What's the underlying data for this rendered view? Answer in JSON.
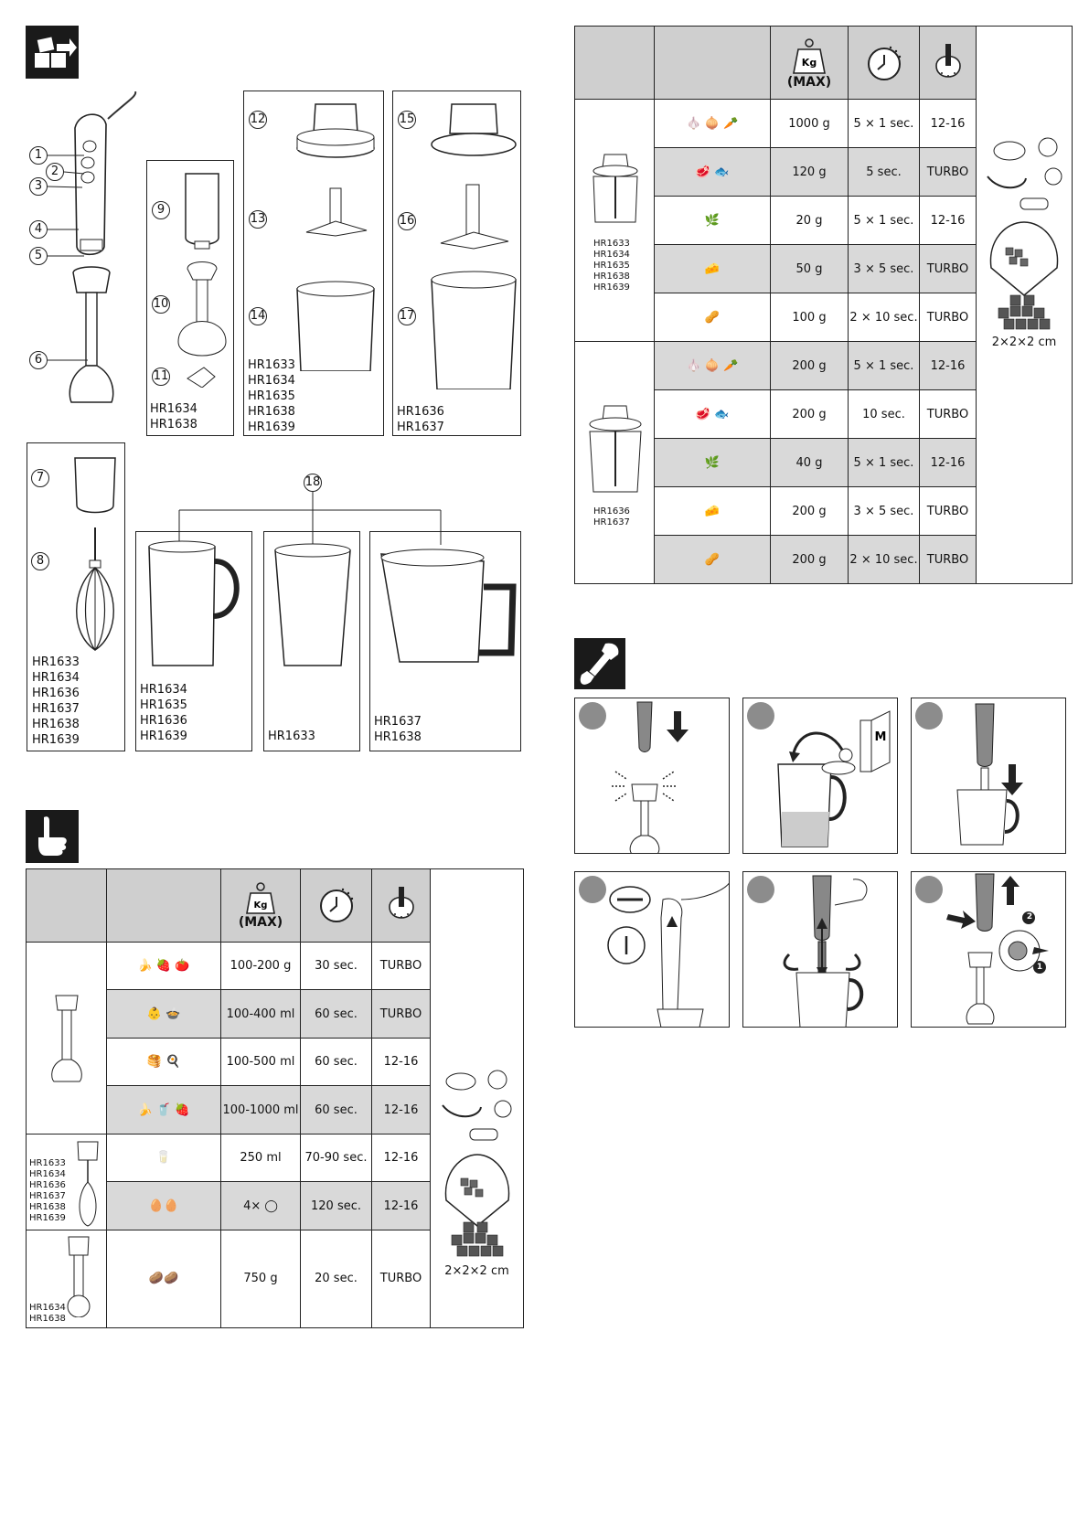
{
  "parts": {
    "models_9_11": "HR1634\nHR1638",
    "models_12_14": "HR1633\nHR1634\nHR1635\nHR1638\nHR1639",
    "models_15_17": "HR1636\nHR1637",
    "models_7_8": "HR1633\nHR1634\nHR1636\nHR1637\nHR1638\nHR1639",
    "models_jar_a": "HR1634\nHR1635\nHR1636\nHR1639",
    "models_jar_b": "HR1633",
    "models_jar_c": "HR1637\nHR1638",
    "callouts": [
      "1",
      "2",
      "3",
      "4",
      "5",
      "6",
      "7",
      "8",
      "9",
      "10",
      "11",
      "12",
      "13",
      "14",
      "15",
      "16",
      "17",
      "18"
    ]
  },
  "table_left": {
    "max_label": "(MAX)",
    "kg_label": "Kg",
    "cube_label": "2×2×2 cm",
    "group_a": [
      {
        "qty": "100-200 g",
        "time": "30 sec.",
        "speed": "TURBO"
      },
      {
        "qty": "100-400 ml",
        "time": "60 sec.",
        "speed": "TURBO"
      },
      {
        "qty": "100-500 ml",
        "time": "60 sec.",
        "speed": "12-16"
      },
      {
        "qty": "100-1000 ml",
        "time": "60 sec.",
        "speed": "12-16"
      }
    ],
    "group_b_models": "HR1633\nHR1634\nHR1636\nHR1637\nHR1638\nHR1639",
    "group_b": [
      {
        "qty": "250 ml",
        "time": "70-90 sec.",
        "speed": "12-16"
      },
      {
        "qty": "4×",
        "time": "120 sec.",
        "speed": "12-16"
      }
    ],
    "group_c_models": "HR1634\nHR1638",
    "group_c": [
      {
        "qty": "750 g",
        "time": "20 sec.",
        "speed": "TURBO"
      }
    ]
  },
  "table_right": {
    "max_label": "(MAX)",
    "kg_label": "Kg",
    "cube_label": "2×2×2 cm",
    "group_a_models": "HR1633\nHR1634\nHR1635\nHR1638\nHR1639",
    "group_a": [
      {
        "qty": "1000 g",
        "time": "5 × 1 sec.",
        "speed": "12-16"
      },
      {
        "qty": "120 g",
        "time": "5 sec.",
        "speed": "TURBO"
      },
      {
        "qty": "20 g",
        "time": "5 × 1 sec.",
        "speed": "12-16"
      },
      {
        "qty": "50 g",
        "time": "3 × 5 sec.",
        "speed": "TURBO"
      },
      {
        "qty": "100 g",
        "time": "2 × 10 sec.",
        "speed": "TURBO"
      }
    ],
    "group_b_models": "HR1636\nHR1637",
    "group_b": [
      {
        "qty": "200 g",
        "time": "5 × 1 sec.",
        "speed": "12-16"
      },
      {
        "qty": "200 g",
        "time": "10 sec.",
        "speed": "TURBO"
      },
      {
        "qty": "40 g",
        "time": "5 × 1 sec.",
        "speed": "12-16"
      },
      {
        "qty": "200 g",
        "time": "3 × 5 sec.",
        "speed": "TURBO"
      },
      {
        "qty": "200 g",
        "time": "2 × 10 sec.",
        "speed": "TURBO"
      }
    ]
  },
  "milk_carton_letter": "M",
  "step_badges": [
    "1",
    "2"
  ]
}
